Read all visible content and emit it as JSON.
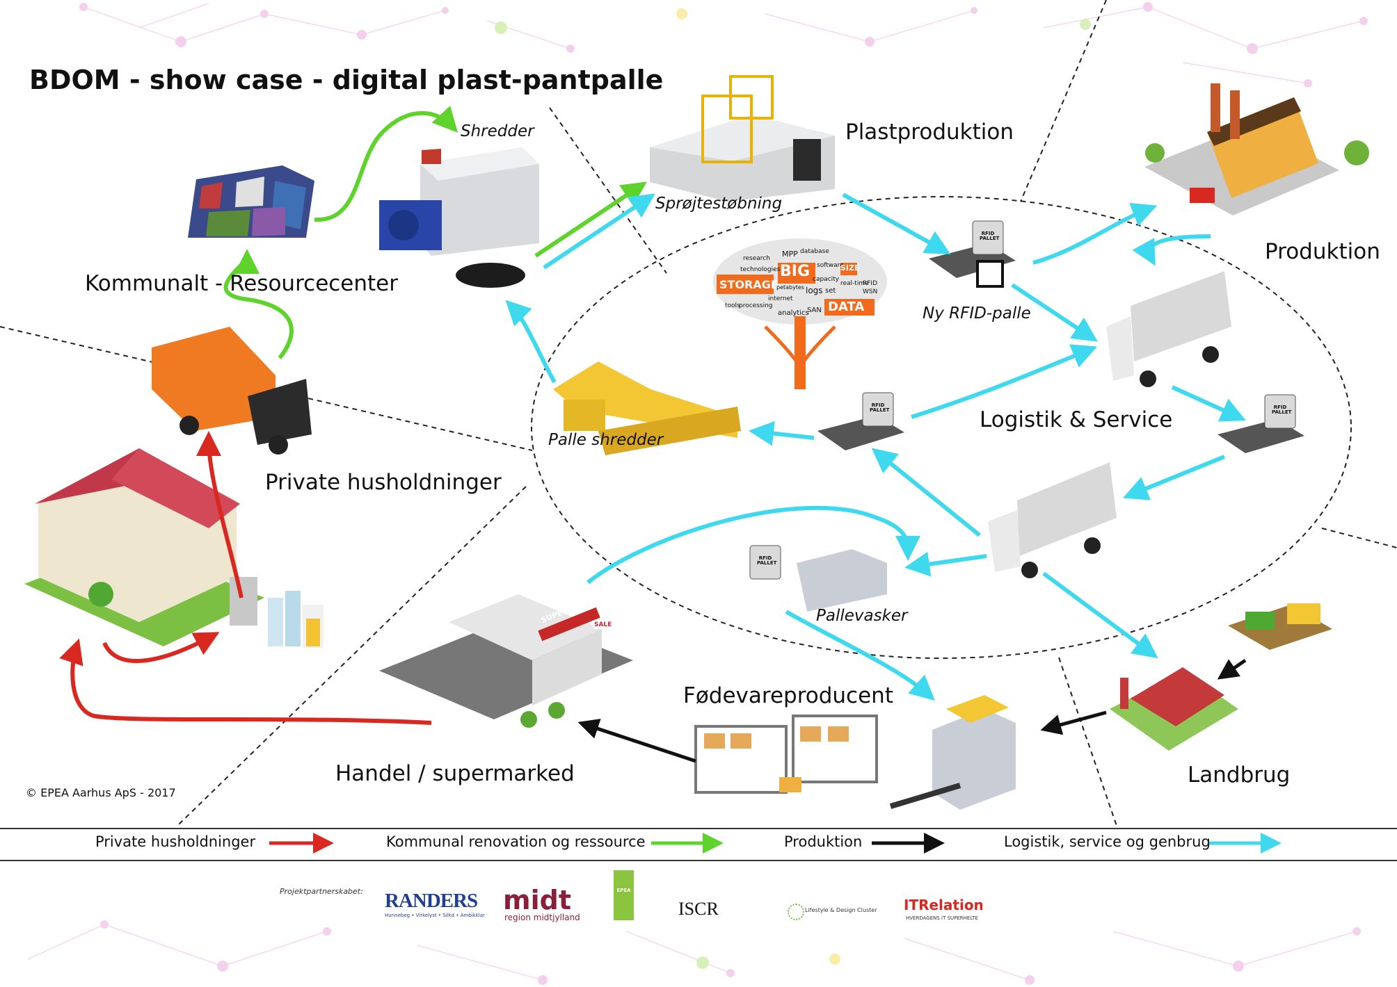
{
  "title": "BDOM - show case - digital plast-pantpalle",
  "labels": {
    "kommunalt": "Kommunalt - Resourcecenter",
    "shredder": "Shredder",
    "sprojtestobning": "Sprøjtestøbning",
    "plastproduktion": "Plastproduktion",
    "produktion": "Produktion",
    "ny_rfid_palle": "Ny RFID-palle",
    "logistik": "Logistik & Service",
    "palle_shredder": "Palle shredder",
    "private": "Private husholdninger",
    "pallevasker": "Pallevasker",
    "fodevareproducent": "Fødevareproducent",
    "handel": "Handel / supermarked",
    "landbrug": "Landbrug"
  },
  "rfid_tag": {
    "line1": "RFID",
    "line2": "PALLET"
  },
  "big_data_words": [
    "BIG",
    "STORAGE",
    "DATA",
    "research",
    "MPP",
    "database",
    "software",
    "SIZE",
    "technologies",
    "capacity",
    "real-time",
    "RFID",
    "WSN",
    "petabytes",
    "logs",
    "set",
    "internet",
    "tools",
    "processing",
    "analytics",
    "SAN"
  ],
  "supermarket_sign": "SUPERMARKET",
  "sale_sign": "SALE",
  "copyright": "© EPEA Aarhus ApS - 2017",
  "legend": [
    {
      "label": "Private husholdninger",
      "color": "#d9281f"
    },
    {
      "label": "Kommunal renovation og ressource",
      "color": "#5ed32c"
    },
    {
      "label": "Produktion",
      "color": "#111111"
    },
    {
      "label": "Logistik, service og genbrug",
      "color": "#3fd9ef"
    }
  ],
  "partners_label": "Projektpartnerskabet:",
  "logos": {
    "randers": "RANDERS",
    "randers_sub": "Hunnebeg • Virkelyst • Silkd • Ambikklar",
    "midt": "midt",
    "midt_sub": "region midtjylland",
    "epea": "EPEA",
    "iscr": "ISCR",
    "lifestyle": "Lifestyle & Design Cluster",
    "itrelation": "ITRelation",
    "itrelation_sub": "HVERDAGENS IT SUPERHELTE"
  },
  "colors": {
    "red": "#d9281f",
    "green": "#5ed32c",
    "black": "#111111",
    "cyan": "#3fd9ef"
  }
}
